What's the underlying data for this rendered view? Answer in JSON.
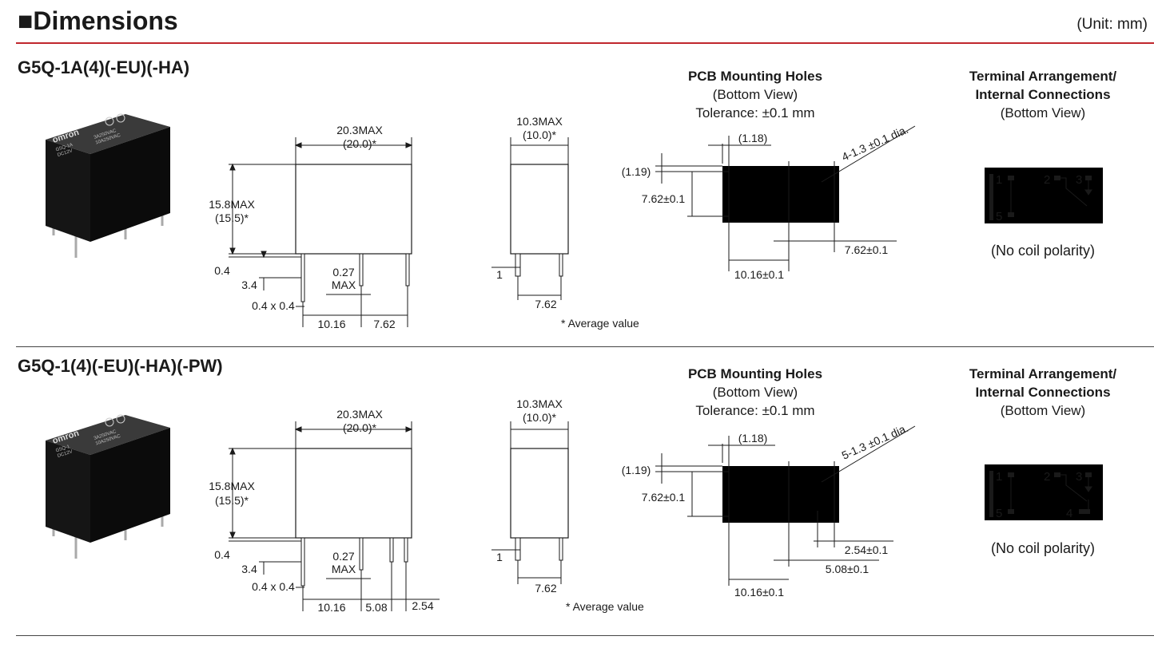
{
  "header": {
    "square_glyph": "■",
    "title": "Dimensions",
    "unit": "(Unit: mm)"
  },
  "sections": [
    {
      "model": "G5Q-1A(4)(-EU)(-HA)",
      "relay_photo": {
        "brand": "omron",
        "print_lines": [
          "G5Q-1A",
          "DC12V",
          "3A250VAC",
          "10A250VAC"
        ]
      },
      "front": {
        "width_max": "20.3MAX",
        "width_avg": "(20.0)*",
        "height_max": "15.8MAX",
        "height_avg": "(15.5)*",
        "standoff": "0.4",
        "pin_len": "3.4",
        "pin_thick_a": "0.27",
        "pin_thick_b": "MAX",
        "pin_section": "0.4 x 0.4",
        "pitch_1": "10.16",
        "pitch_2": "7.62"
      },
      "side": {
        "depth_max": "10.3MAX",
        "depth_avg": "(10.0)*",
        "pin_w": "1",
        "pitch": "7.62"
      },
      "avg_note": "* Average value",
      "pcb": {
        "title": "PCB Mounting Holes",
        "view": "(Bottom View)",
        "tolerance": "Tolerance: ±0.1 mm",
        "hole_spec": "4-1.3 ±0.1 dia.",
        "offset_x": "(1.18)",
        "offset_y": "(1.19)",
        "pitch_v": "7.62±0.1",
        "pitch_h1": "10.16±0.1",
        "pitch_h2": "7.62±0.1"
      },
      "terminal": {
        "title_1": "Terminal Arrangement/",
        "title_2": "Internal Connections",
        "view": "(Bottom View)",
        "pins": [
          "1",
          "5",
          "2",
          "3"
        ],
        "polarity": "(No coil polarity)"
      }
    },
    {
      "model": "G5Q-1(4)(-EU)(-HA)(-PW)",
      "relay_photo": {
        "brand": "omron",
        "print_lines": [
          "G5Q-1",
          "DC12V",
          "3A250VAC",
          "10A250VAC"
        ]
      },
      "front": {
        "width_max": "20.3MAX",
        "width_avg": "(20.0)*",
        "height_max": "15.8MAX",
        "height_avg": "(15.5)*",
        "standoff": "0.4",
        "pin_len": "3.4",
        "pin_thick_a": "0.27",
        "pin_thick_b": "MAX",
        "pin_section": "0.4 x 0.4",
        "pitch_1": "10.16",
        "pitch_2": "5.08",
        "pitch_3": "2.54"
      },
      "side": {
        "depth_max": "10.3MAX",
        "depth_avg": "(10.0)*",
        "pin_w": "1",
        "pitch": "7.62"
      },
      "avg_note": "* Average value",
      "pcb": {
        "title": "PCB Mounting Holes",
        "view": "(Bottom View)",
        "tolerance": "Tolerance: ±0.1 mm",
        "hole_spec": "5-1.3 ±0.1 dia.",
        "offset_x": "(1.18)",
        "offset_y": "(1.19)",
        "pitch_v": "7.62±0.1",
        "pitch_h1": "10.16±0.1",
        "pitch_h2": "5.08±0.1",
        "pitch_h3": "2.54±0.1"
      },
      "terminal": {
        "title_1": "Terminal Arrangement/",
        "title_2": "Internal Connections",
        "view": "(Bottom View)",
        "pins": [
          "1",
          "5",
          "2",
          "3",
          "4"
        ],
        "polarity": "(No coil polarity)"
      }
    }
  ]
}
